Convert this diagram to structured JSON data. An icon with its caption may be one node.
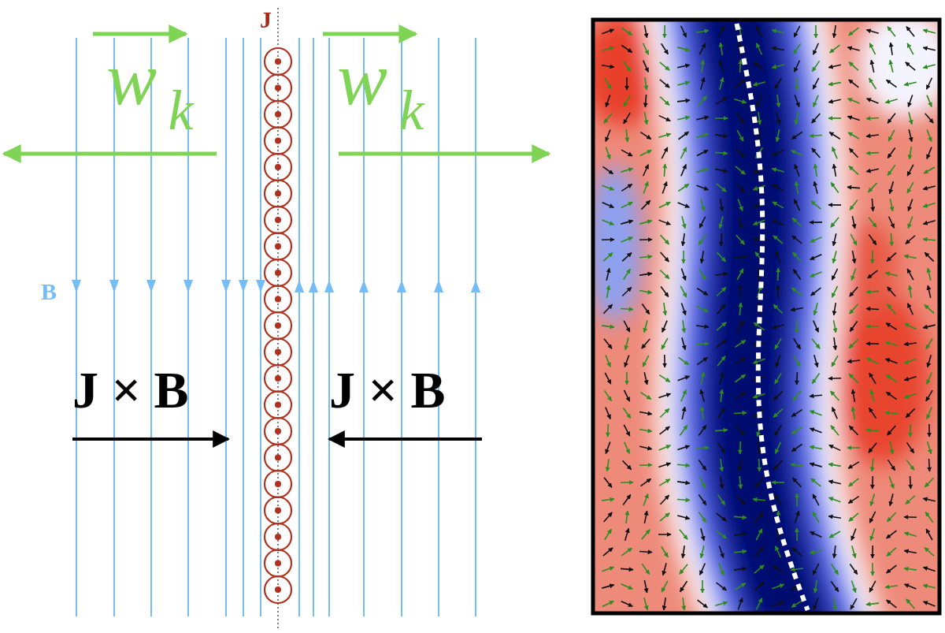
{
  "diagram": {
    "labels": [
      "J",
      "w$_{k}$",
      "w$_{k}$",
      "B",
      "J × B",
      "J × B"
    ]
  }
}
